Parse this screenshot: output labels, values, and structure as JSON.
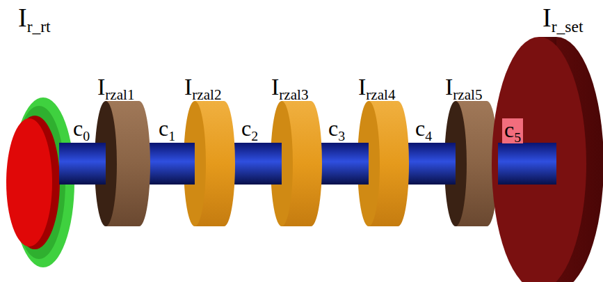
{
  "diagram": {
    "labels": [
      "Ir_rt",
      "Irzal1",
      "Irzal2",
      "Irzal3",
      "Irzal4",
      "Irzal5",
      "Ir_set",
      "c0",
      "c1",
      "c2",
      "c3",
      "c4",
      "c5"
    ]
  }
}
